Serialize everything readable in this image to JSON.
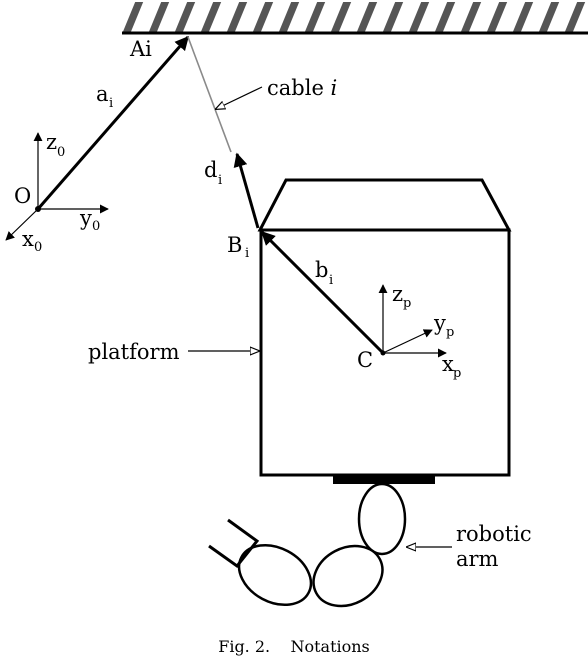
{
  "labels": {
    "Ai": "Ai",
    "a": "a",
    "a_sub": "i",
    "cable": "cable ",
    "cable_i": "i",
    "O": "O",
    "z0": "z",
    "z0_sub": "0",
    "y0": "y",
    "y0_sub": "0",
    "x0": "x",
    "x0_sub": "0",
    "d": "d",
    "d_sub": "i",
    "B": "B",
    "B_sub": "i",
    "b": "b",
    "b_sub": "i",
    "zp": "z",
    "zp_sub": "p",
    "yp": "y",
    "yp_sub": "p",
    "xp": "x",
    "xp_sub": "p",
    "C": "C",
    "platform": "platform",
    "robotic": "robotic",
    "arm": "arm"
  },
  "caption": "Fig. 2.    Notations"
}
